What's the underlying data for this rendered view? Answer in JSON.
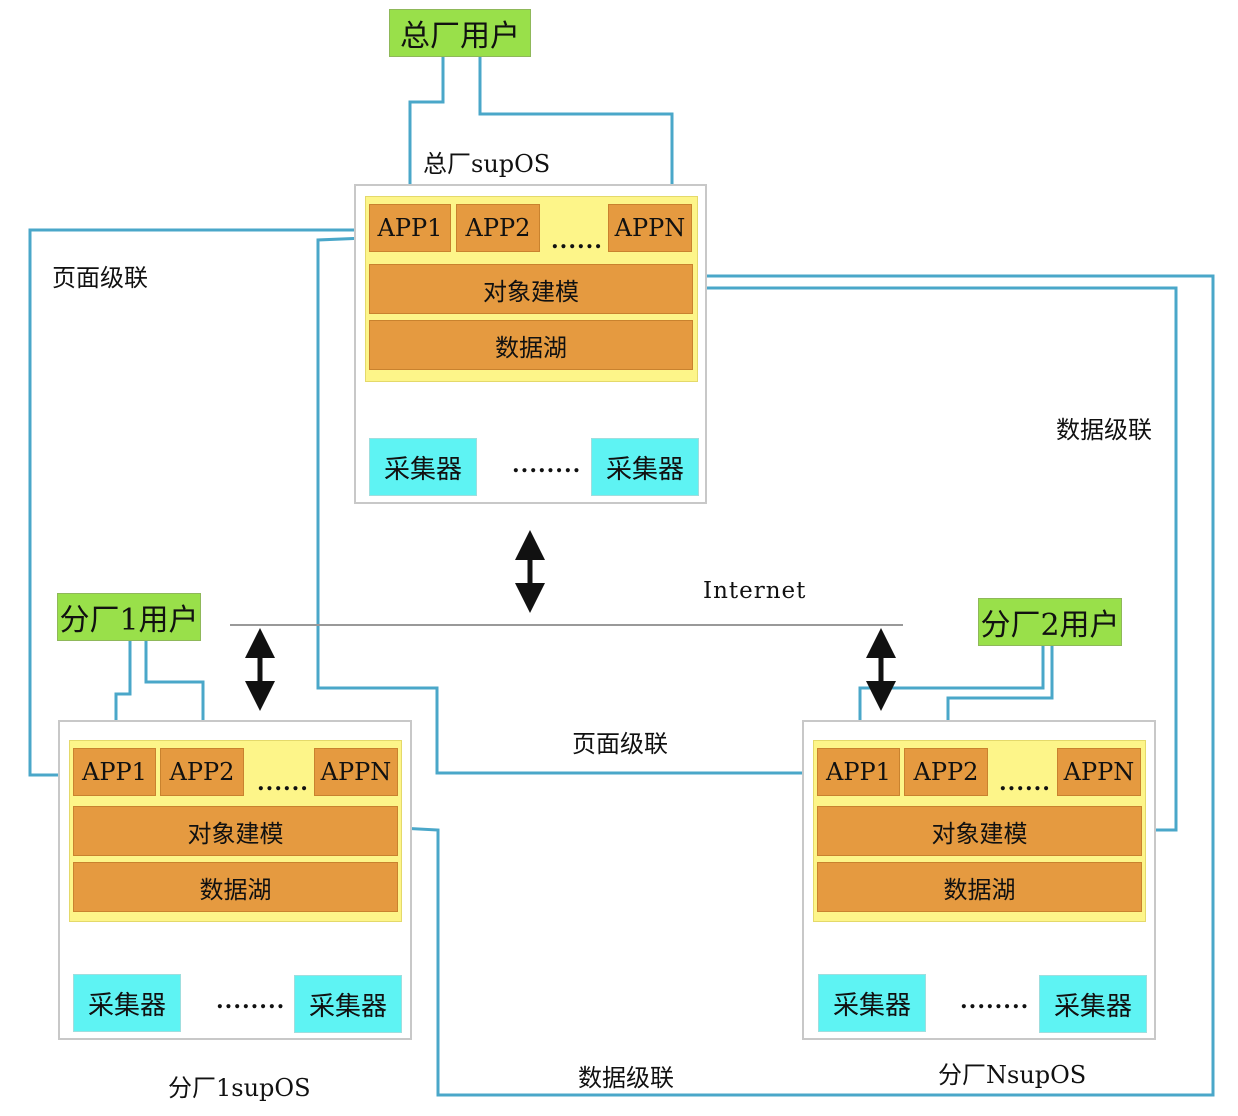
{
  "users": {
    "hq": "总厂用户",
    "branch1": "分厂1用户",
    "branch2": "分厂2用户"
  },
  "systems": {
    "hq": "总厂supOS",
    "branch1": "分厂1supOS",
    "branchN": "分厂NsupOS"
  },
  "apps": {
    "app1": "APP1",
    "app2": "APP2",
    "appn": "APPN",
    "ellipsis": "......"
  },
  "layers": {
    "modeling": "对象建模",
    "datalake": "数据湖"
  },
  "collector": "采集器",
  "collector_ellipsis": "........",
  "links": {
    "page_cascade": "页面级联",
    "data_cascade": "数据级联",
    "internet": "Internet"
  },
  "colors": {
    "wire": "#4aa7c9",
    "user": "#99e04a",
    "orange": "#e59a40",
    "yellow": "#fdf589",
    "collector": "#5ef3f3"
  }
}
